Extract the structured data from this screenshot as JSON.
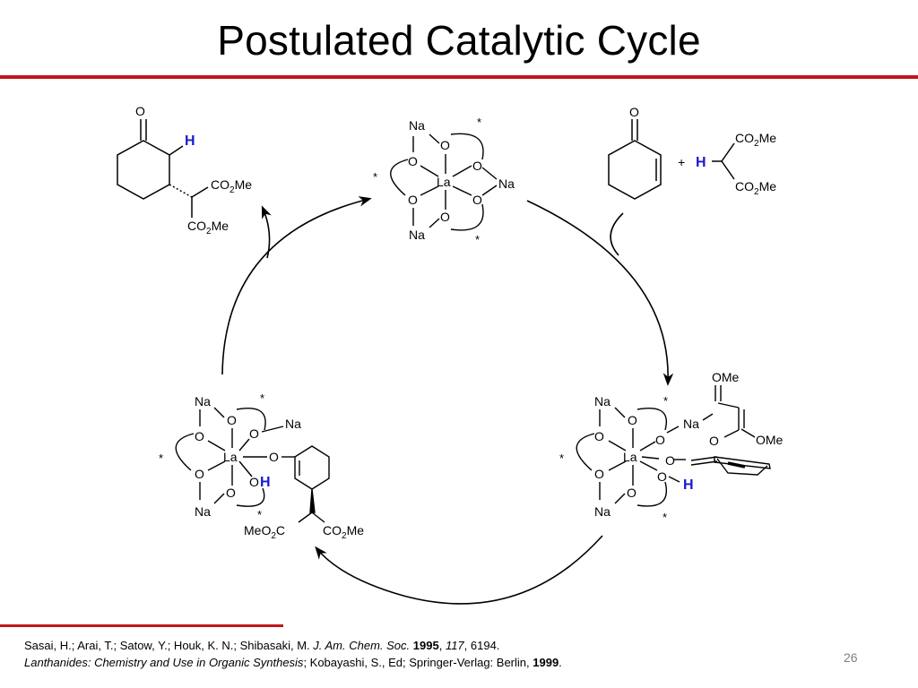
{
  "slide": {
    "title": "Postulated Catalytic Cycle",
    "page_number": "26",
    "accent_color": "#c0141b",
    "highlight_color": "#1a1acf"
  },
  "labels": {
    "na": "Na",
    "o": "O",
    "la": "La",
    "h": "H",
    "star": "*",
    "plus": "+",
    "co2me": "CO2Me",
    "meo2c": "MeO2C",
    "ome": "OMe"
  },
  "references": {
    "line1_authors": "Sasai, H.; Arai, T.; Satow, Y.; Houk, K. N.; Shibasaki, M. ",
    "line1_journal": "J. Am. Chem. Soc.",
    "line1_year": "1995",
    "line1_volume": "117",
    "line1_pages": "6194.",
    "line2_title": "Lanthanides: Chemistry and Use in Organic Synthesis",
    "line2_rest": "; Kobayashi, S., Ed; Springer-Verlag: Berlin, ",
    "line2_year": "1999"
  }
}
